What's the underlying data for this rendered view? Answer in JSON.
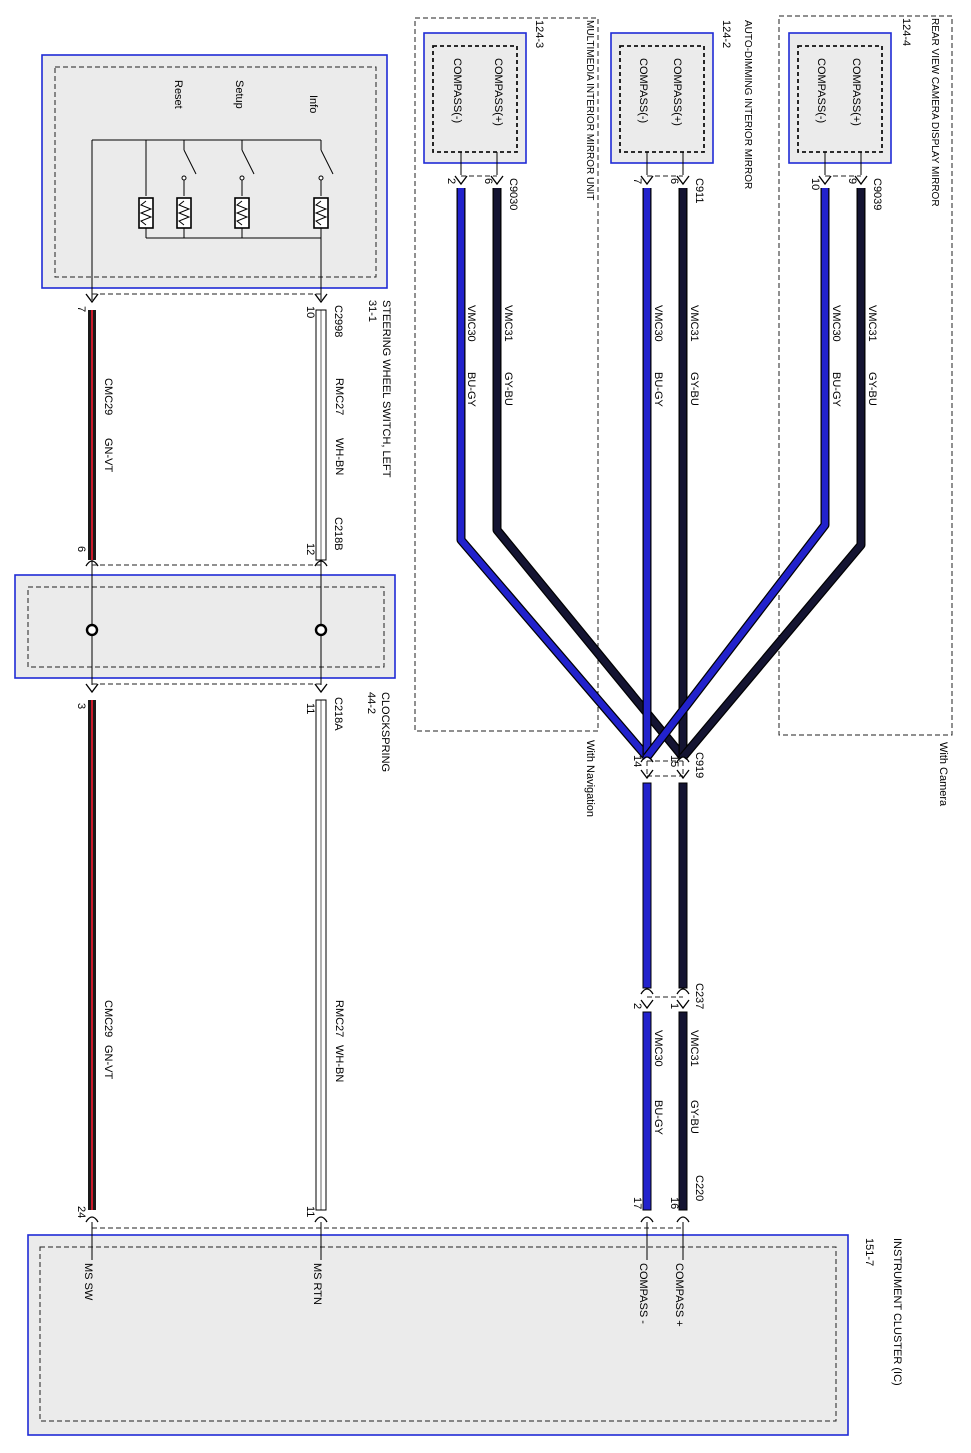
{
  "colors": {
    "module_border": "#1f2bd6",
    "module_fill": "#ebebeb",
    "wire_bu_gy": "#2222cc",
    "wire_gy_bu": "#141432",
    "wire_gn_vt_stripe": "#cc1a2a",
    "wire_wh_bn": "#ffffff"
  },
  "components": {
    "steering_switch": {
      "name": "STEERING WHEEL SWITCH, LEFT",
      "ref": "31-1",
      "buttons": [
        "Info",
        "Setup",
        "Reset"
      ]
    },
    "clockspring": {
      "name": "CLOCKSPRING",
      "ref": "44-2"
    },
    "instrument_cluster": {
      "name": "INSTRUMENT CLUSTER (IC)",
      "ref": "151-7",
      "pins": [
        "COMPASS +",
        "COMPASS -",
        "MS RTN",
        "MS SW"
      ]
    },
    "mirror_multimedia": {
      "name": "MULTIMEDIA INTERIOR MIRROR UNIT",
      "ref": "124-3",
      "pins": [
        "COMPASS(+)",
        "COMPASS(-)"
      ],
      "option": "With Navigation"
    },
    "mirror_autodim": {
      "name": "AUTO-DIMMING INTERIOR MIRROR",
      "ref": "124-2",
      "pins": [
        "COMPASS(+)",
        "COMPASS(-)"
      ]
    },
    "mirror_camera": {
      "name": "REAR VIEW CAMERA DISPLAY MIRROR",
      "ref": "124-4",
      "pins": [
        "COMPASS(+)",
        "COMPASS(-)"
      ],
      "option": "With Camera"
    }
  },
  "connectors": {
    "c2998": {
      "id": "C2998",
      "pin_a": "10",
      "pin_b": "7"
    },
    "c218b": {
      "id": "C218B",
      "pin_a": "12",
      "pin_b": "6"
    },
    "c218a": {
      "id": "C218A",
      "pin_a": "11",
      "pin_b": "3"
    },
    "c220": {
      "id": "C220",
      "pin_a": "16",
      "pin_b": "17",
      "pin_c": "11",
      "pin_d": "24"
    },
    "c237": {
      "id": "C237",
      "pin_a": "1",
      "pin_b": "2"
    },
    "c919": {
      "id": "C919",
      "pin_a": "15",
      "pin_b": "14"
    },
    "c9030": {
      "id": "C9030",
      "pin_a": "6",
      "pin_b": "2"
    },
    "c911": {
      "id": "C911",
      "pin_a": "6",
      "pin_b": "7"
    },
    "c9039": {
      "id": "C9039",
      "pin_a": "9",
      "pin_b": "10"
    }
  },
  "wires": {
    "vmc30": {
      "circuit": "VMC30",
      "color": "BU-GY"
    },
    "vmc31": {
      "circuit": "VMC31",
      "color": "GY-BU"
    },
    "rmc27": {
      "circuit": "RMC27",
      "color": "WH-BN"
    },
    "cmc29": {
      "circuit": "CMC29",
      "color": "GN-VT"
    }
  }
}
